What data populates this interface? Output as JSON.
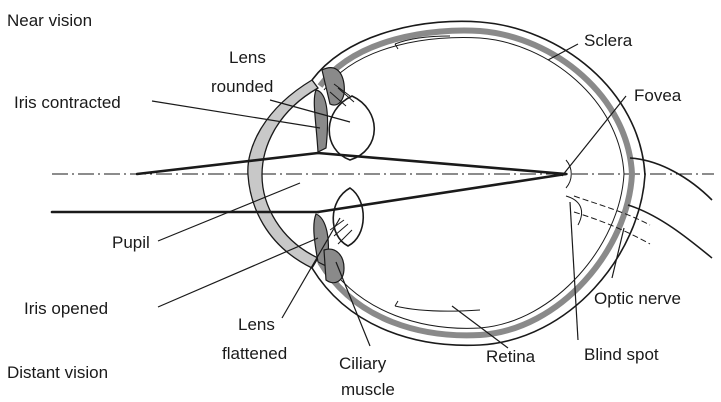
{
  "headings": {
    "near": "Near vision",
    "distant": "Distant vision"
  },
  "labels": {
    "sclera": "Sclera",
    "fovea": "Fovea",
    "lens_rounded_1": "Lens",
    "lens_rounded_2": "rounded",
    "iris_contracted": "Iris contracted",
    "pupil": "Pupil",
    "iris_opened": "Iris opened",
    "lens_flattened_1": "Lens",
    "lens_flattened_2": "flattened",
    "ciliary_1": "Ciliary",
    "ciliary_2": "muscle",
    "retina": "Retina",
    "blind_spot": "Blind spot",
    "optic_nerve": "Optic nerve"
  },
  "colors": {
    "ink": "#1a1a1a",
    "tissue_gray": "#8a8a8a",
    "cornea_gray": "#c8c8c8"
  }
}
